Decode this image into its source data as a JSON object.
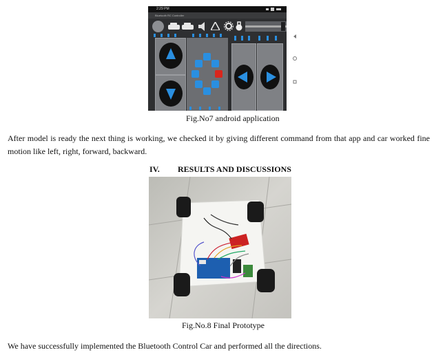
{
  "figure7": {
    "status_time": "2:29 PM",
    "app_title": "Bluetooth RC Controller",
    "caption": "Fig.No7 android application",
    "icons": [
      "settings-icon",
      "car-icon",
      "volume-icon",
      "triangle-warning-icon",
      "gear-icon",
      "lock-icon"
    ]
  },
  "paragraph1": "After model is ready the next thing is working, we checked it by giving different command from that app and car worked fine motion like left, right, forward, backward.",
  "section_heading": {
    "number": "IV.",
    "title": "RESULTS AND DISCUSSIONS"
  },
  "figure8": {
    "caption": "Fig.No.8 Final Prototype"
  },
  "paragraph2": "We have successfully implemented the Bluetooth Control Car and performed all the directions.",
  "colors": {
    "accent_blue": "#2a8fe0",
    "arrow_red": "#d9261c",
    "app_background": "#2e2f31"
  }
}
